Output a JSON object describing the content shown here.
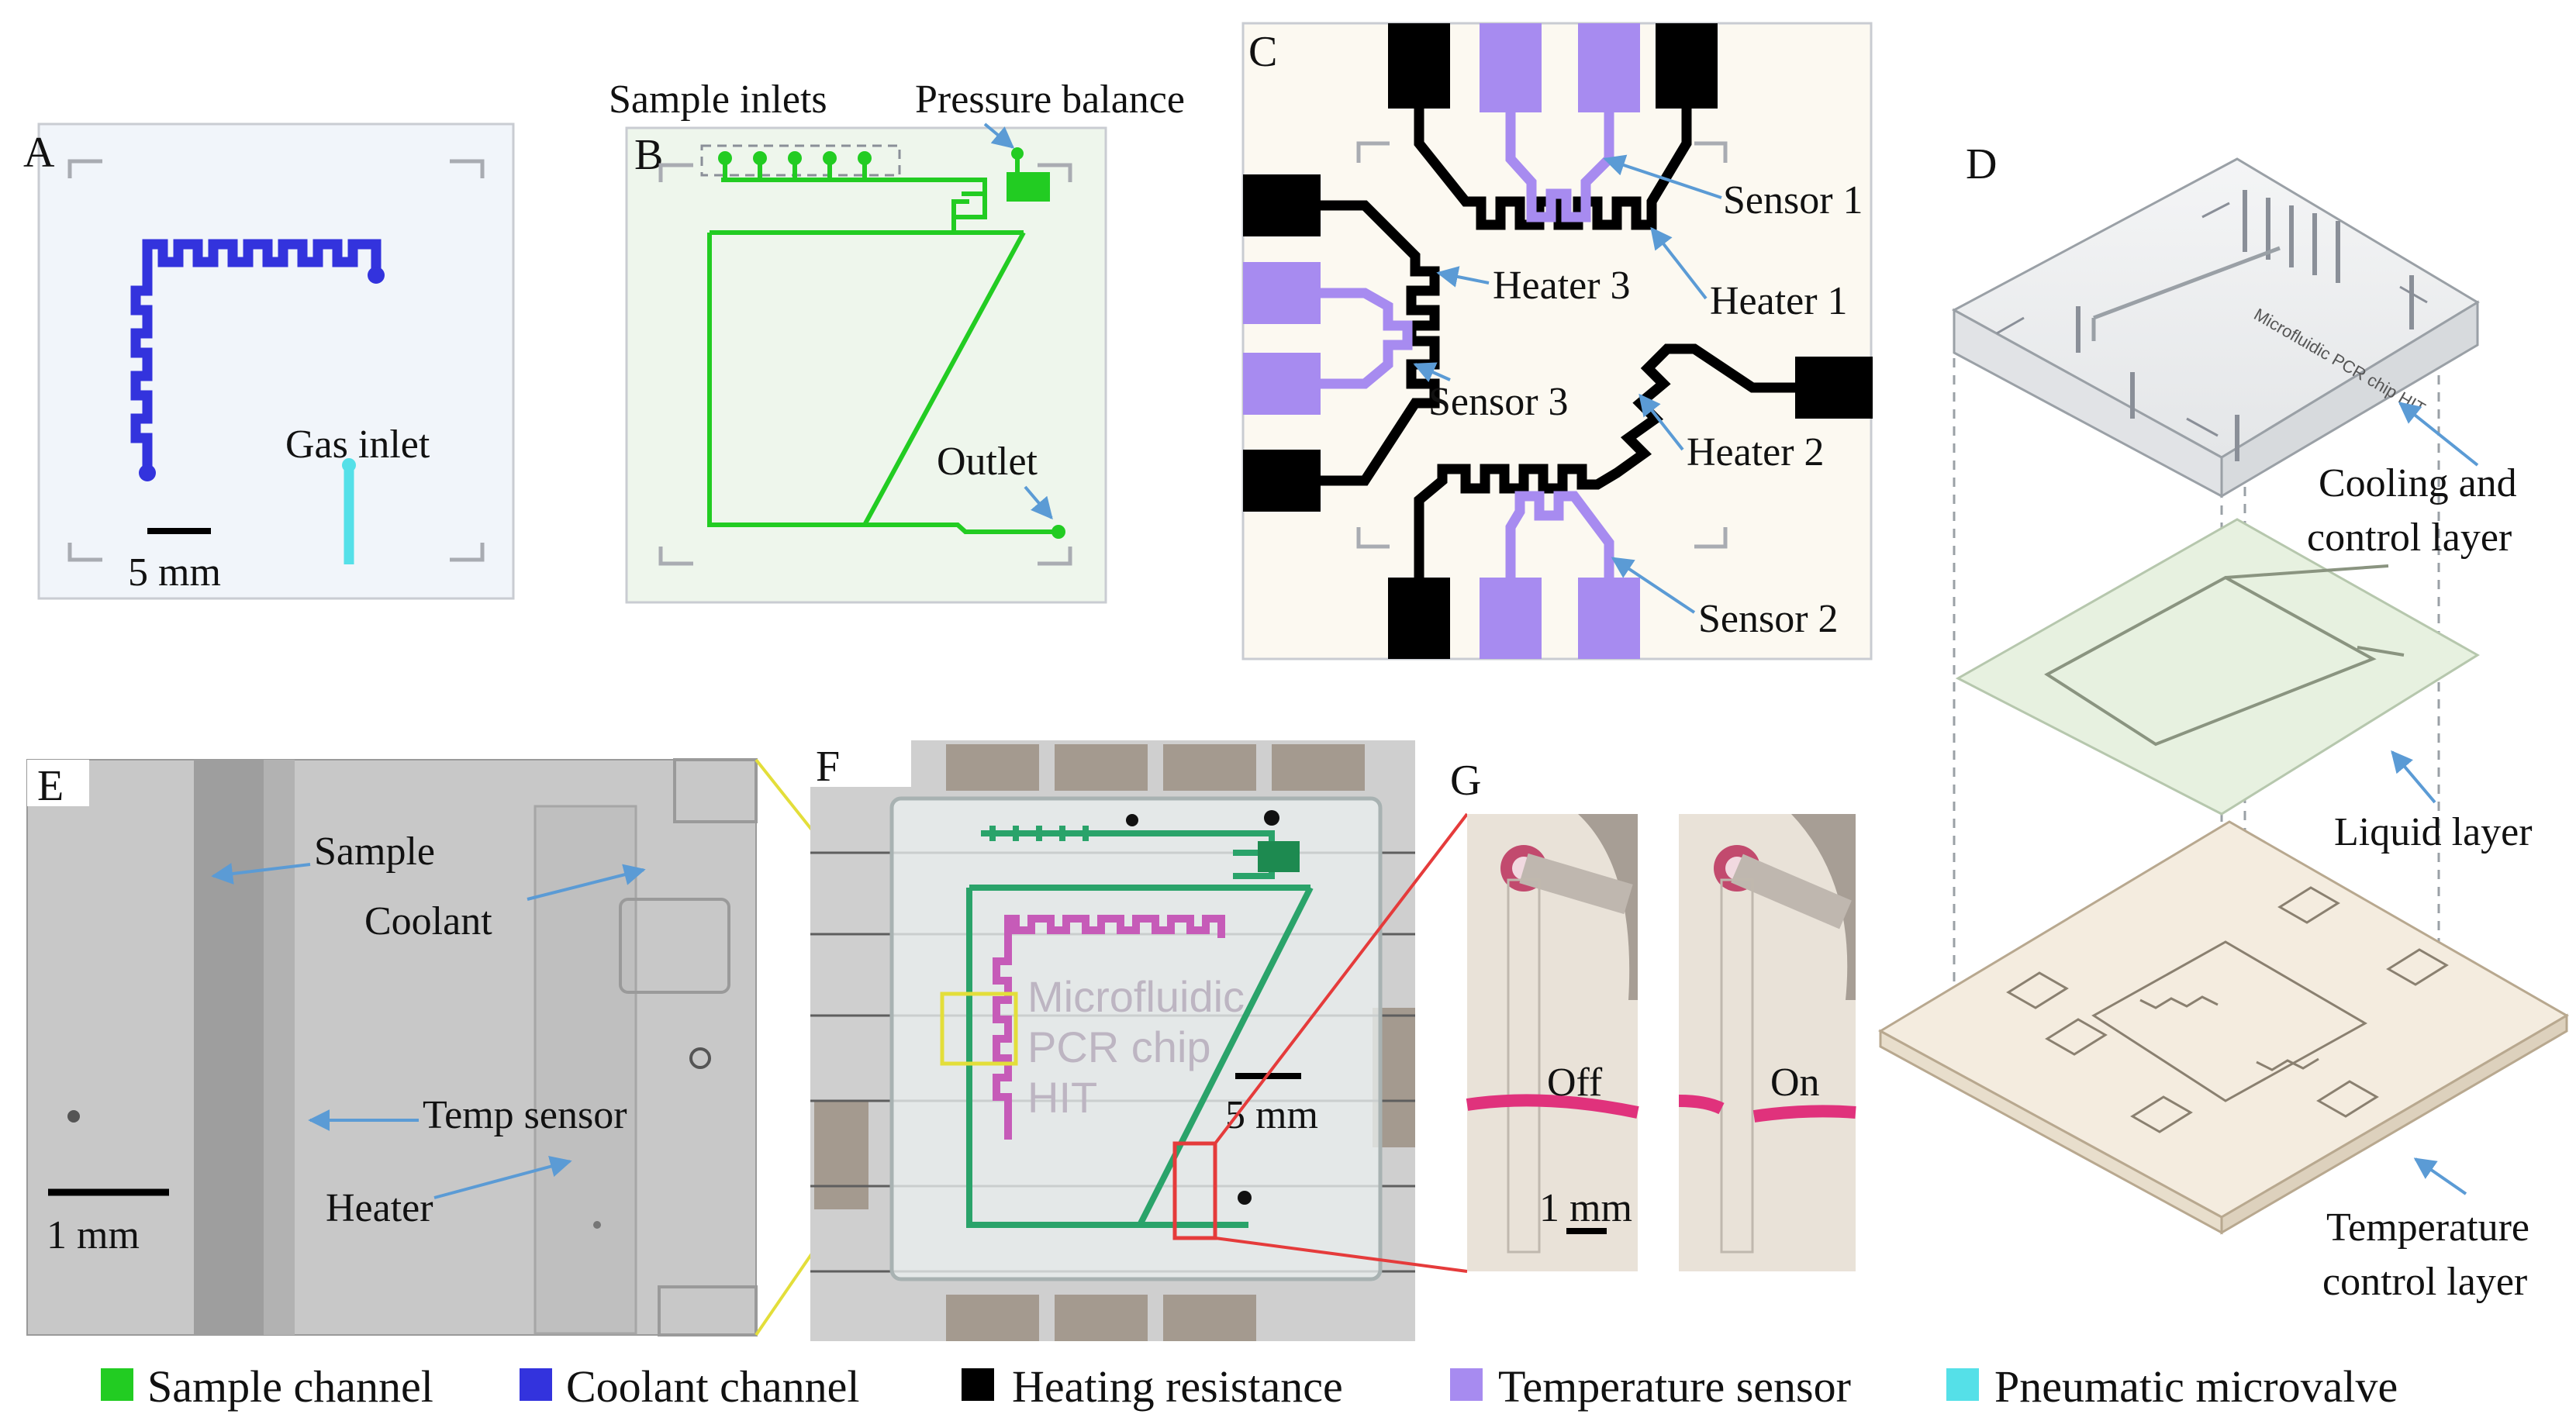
{
  "colors": {
    "sample": "#22cc22",
    "coolant": "#3333dd",
    "heating": "#000000",
    "sensor": "#a78bf0",
    "valve": "#55e0e8",
    "pointer": "#5b9bd5"
  },
  "panels": {
    "A": {
      "letter": "A",
      "scale": "5 mm",
      "gas_inlet": "Gas inlet"
    },
    "B": {
      "letter": "B",
      "sample_inlets": "Sample inlets",
      "pressure_balance": "Pressure balance",
      "outlet": "Outlet"
    },
    "C": {
      "letter": "C",
      "sensor1": "Sensor 1",
      "heater1": "Heater 1",
      "heater3": "Heater 3",
      "sensor3": "Sensor 3",
      "heater2": "Heater 2",
      "sensor2": "Sensor 2"
    },
    "D": {
      "letter": "D",
      "chip_text": "Microfluidic PCR chip HIT",
      "cooling_line1": "Cooling and",
      "cooling_line2": "control layer",
      "liquid": "Liquid layer",
      "temp_line1": "Temperature",
      "temp_line2": "control layer"
    },
    "E": {
      "letter": "E",
      "sample": "Sample",
      "coolant": "Coolant",
      "temp_sensor": "Temp sensor",
      "heater": "Heater",
      "scale": "1 mm"
    },
    "F": {
      "letter": "F",
      "chip_line1": "Microfluidic",
      "chip_line2": "PCR chip",
      "chip_line3": "HIT",
      "scale": "5 mm"
    },
    "G": {
      "letter": "G",
      "off": "Off",
      "on": "On",
      "scale": "1 mm"
    }
  },
  "legend": [
    {
      "label": "Sample channel",
      "color": "#22cc22"
    },
    {
      "label": "Coolant channel",
      "color": "#3333dd"
    },
    {
      "label": "Heating resistance",
      "color": "#000000"
    },
    {
      "label": "Temperature sensor",
      "color": "#a78bf0"
    },
    {
      "label": "Pneumatic microvalve",
      "color": "#55e0e8"
    }
  ]
}
